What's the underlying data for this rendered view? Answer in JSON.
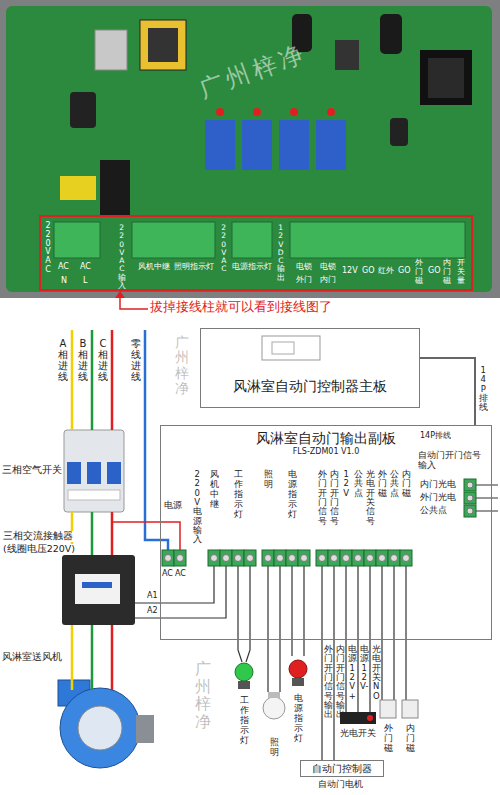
{
  "diagram": {
    "nodes": [
      {
        "text": [
          "风淋室自动门控制器主板"
        ]
      },
      {
        "text": [
          "风淋室自动门输出副板",
          "FLS-ZDM01 V1.0"
        ]
      },
      {
        "text": [
          "自动门控制器"
        ]
      }
    ],
    "edges": [
      {
        "from": 0,
        "to": 1,
        "arrow": "none",
        "label": "14P排线"
      },
      {
        "from": 1,
        "to": 2,
        "arrow": "none"
      }
    ],
    "labels": [
      "220VAC",
      "AC",
      "AC",
      "N",
      "L",
      "220VAC输入",
      "风机中继",
      "照明指示灯",
      "220VAC",
      "电源指示灯",
      "12VDC输出",
      "电锁",
      "外门",
      "电锁",
      "内门",
      "12V",
      "GO",
      "红外",
      "GO",
      "外门磁",
      "GO",
      "内门磁",
      "开关量",
      "广州梓净",
      "拔掉接线柱就可以看到接线图了",
      "A相进线",
      "B相进线",
      "C相进线",
      "零线进线",
      "三相空气开关",
      "三相交流接触器",
      "(线圈电压220V)",
      "风淋室送风机",
      "A1",
      "A2",
      "电源",
      "AC",
      "AC",
      "220V电源输入",
      "风机中继",
      "工作指示灯",
      "照明",
      "电源指示灯",
      "外门开门信号",
      "内门开门信号",
      "12V",
      "公共点",
      "光电开关信号",
      "外门磁",
      "公共点",
      "内门磁",
      "14P排线",
      "自动门开门信号输入",
      "内门光电",
      "外门光电",
      "公共点",
      "工作指示灯",
      "照明",
      "电源指示灯",
      "外门开门信号输出",
      "内门开门信号输出",
      "电源12V+",
      "电源12V-",
      "光电开关NO",
      "光电开关",
      "外门磁",
      "内门磁",
      "自动门电机",
      "广州梓净",
      "广州梓净"
    ]
  }
}
